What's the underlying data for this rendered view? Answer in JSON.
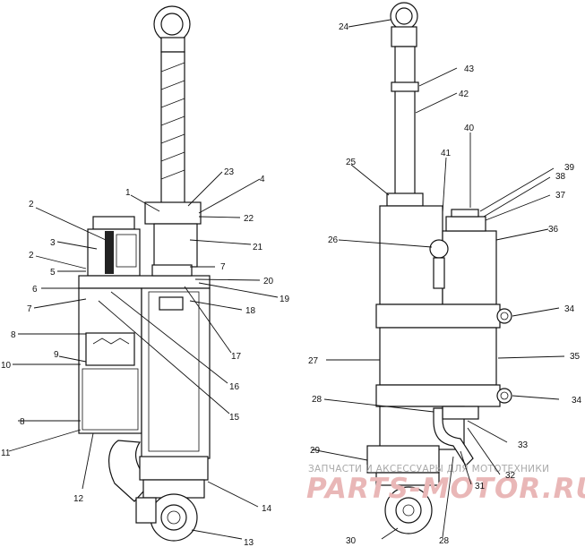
{
  "callouts_left": [
    "1",
    "2",
    "2",
    "3",
    "4",
    "5",
    "6",
    "7",
    "7",
    "8",
    "8",
    "9",
    "10",
    "11",
    "12",
    "13",
    "14",
    "15",
    "16",
    "17",
    "18",
    "19",
    "20",
    "21",
    "22",
    "23"
  ],
  "callouts_right": [
    "24",
    "25",
    "26",
    "27",
    "28",
    "28",
    "29",
    "30",
    "31",
    "32",
    "33",
    "34",
    "34",
    "35",
    "36",
    "37",
    "38",
    "39",
    "40",
    "41",
    "42",
    "43"
  ],
  "watermark": {
    "line1": "ЗАПЧАСТИ И АКСЕССУАРЫ ДЛЯ МОТОТЕХНИКИ",
    "line2": "PARTS-MOTOR.RU"
  }
}
